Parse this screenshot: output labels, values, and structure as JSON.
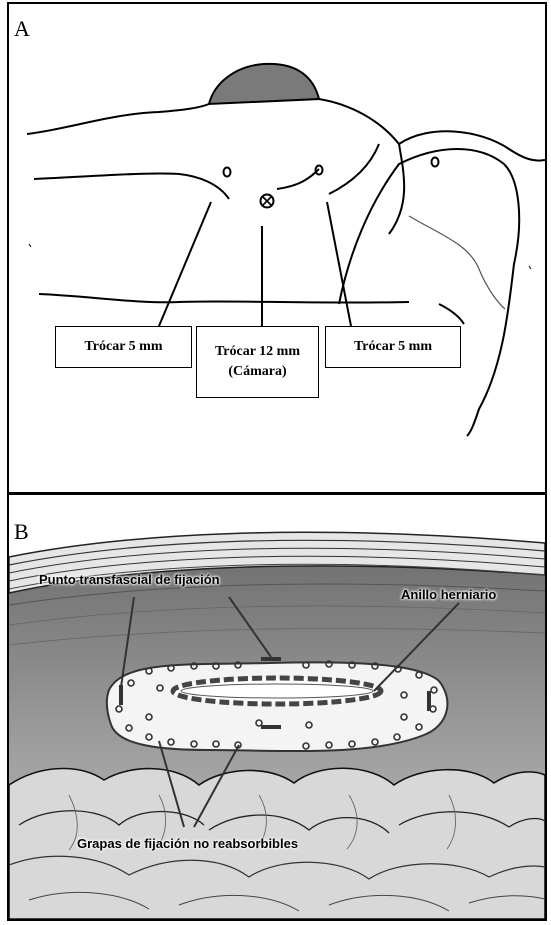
{
  "panel_a": {
    "letter": "A",
    "boxes": {
      "left": "Trócar 5 mm",
      "center_line1": "Trócar 12 mm",
      "center_line2": "(Cámara)",
      "right": "Trócar 5 mm"
    }
  },
  "panel_b": {
    "letter": "B",
    "labels": {
      "transfascial": "Punto transfascial de fijación",
      "ring": "Anillo herniario",
      "staples": "Grapas de fijación  no reabsorbibles"
    }
  },
  "colors": {
    "border": "#000000",
    "umbilical_shade": "#7a7a7a",
    "mesh_fill": "#f4f4f4"
  }
}
